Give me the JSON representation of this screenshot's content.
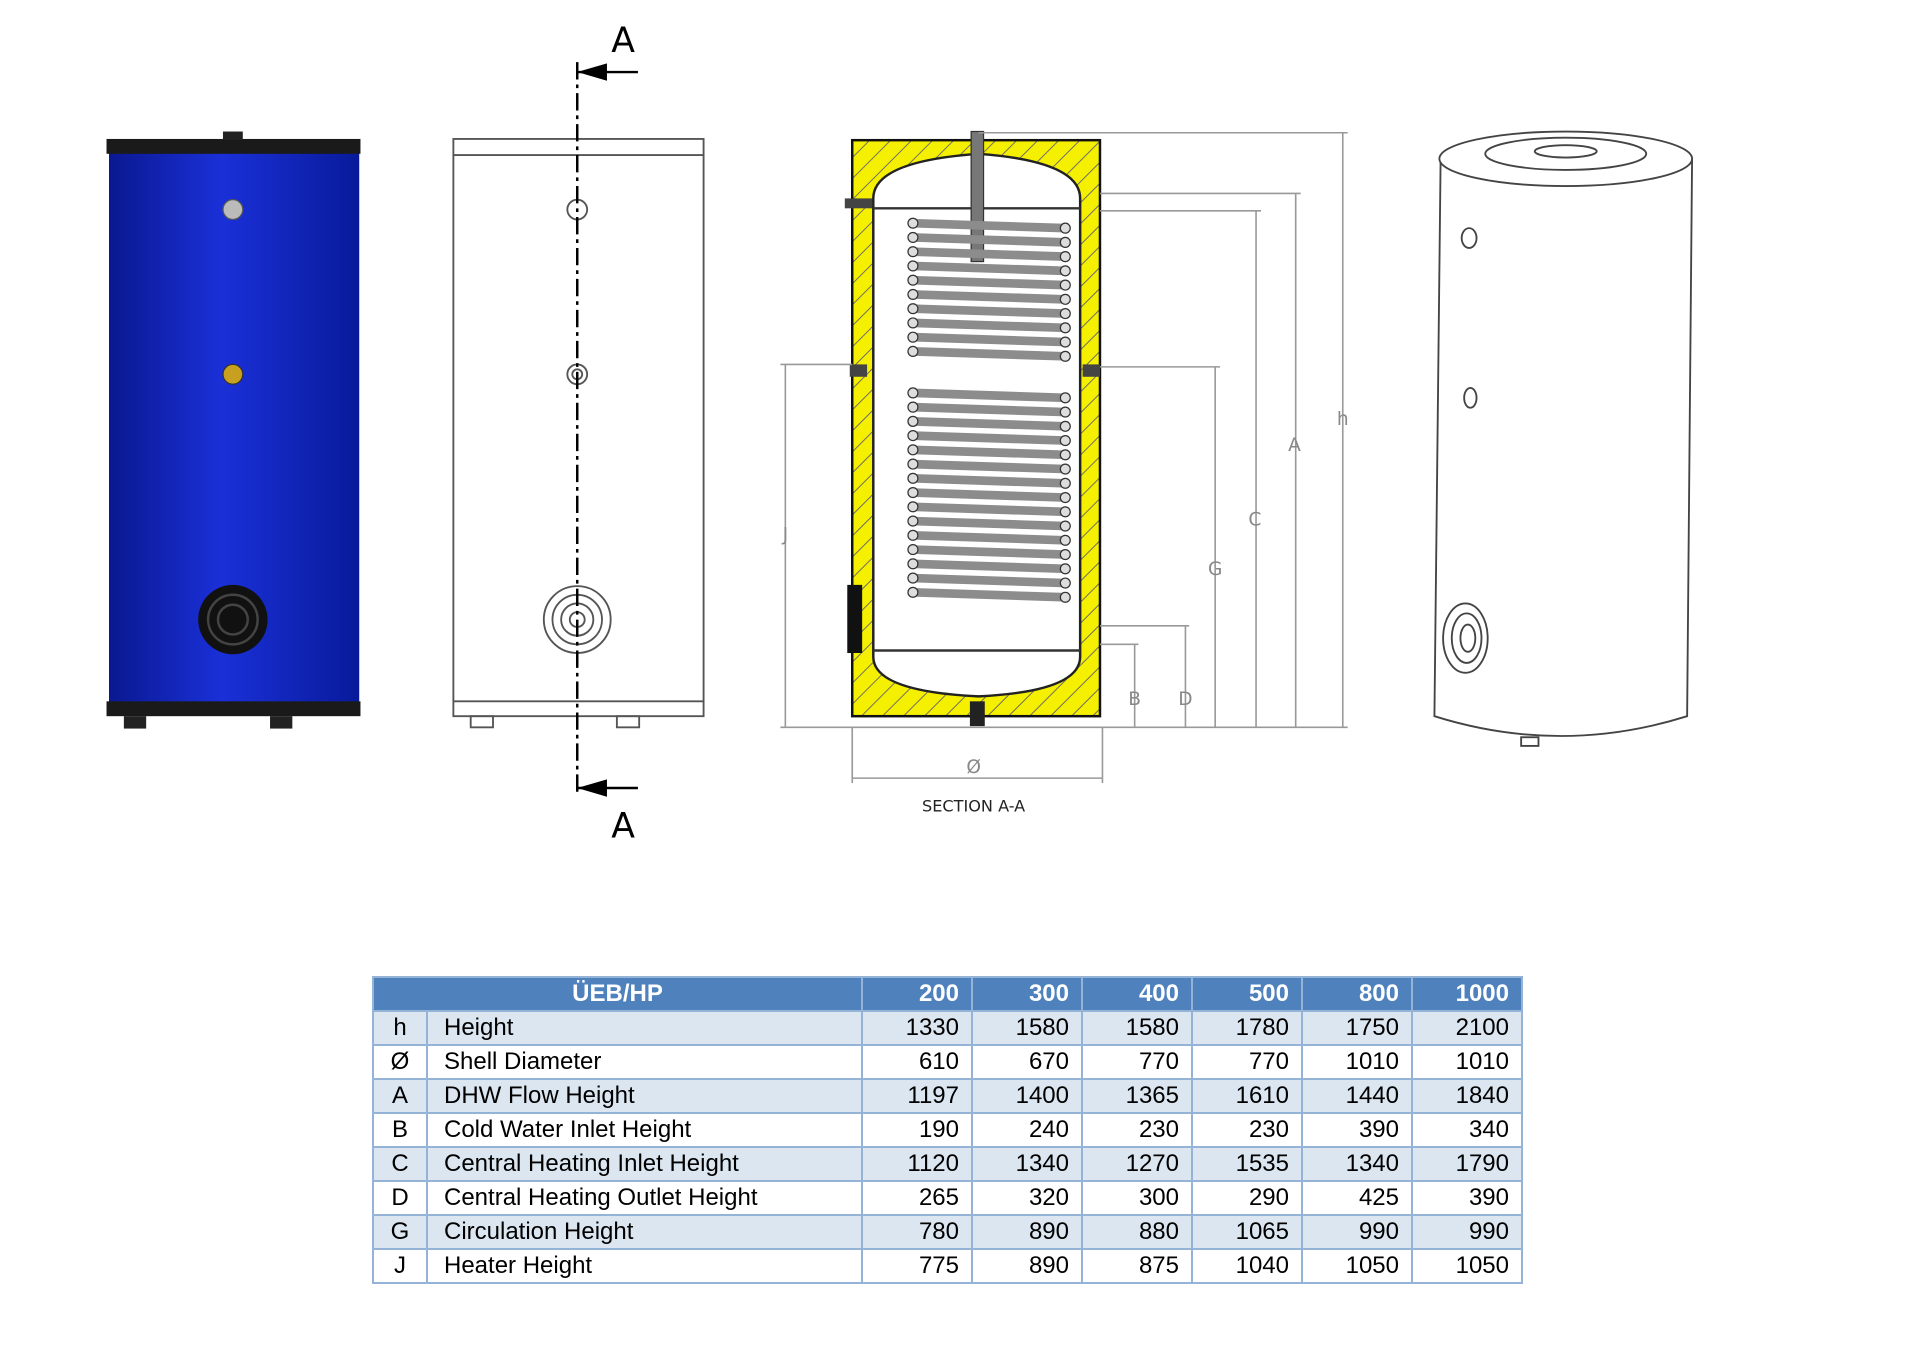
{
  "drawings": {
    "section_marker": "A",
    "section_title": "SECTION A-A",
    "dimension_labels": {
      "h": "h",
      "A": "A",
      "C": "C",
      "G": "G",
      "B": "B",
      "D": "D",
      "J": "J",
      "diameter": "Ø"
    },
    "colors": {
      "tank_blue": "#0a1fb0",
      "insulation_yellow": "#f5f000",
      "coil_gray": "#8c8c8c"
    }
  },
  "table": {
    "title": "ÜEB/HP",
    "models": [
      "200",
      "300",
      "400",
      "500",
      "800",
      "1000"
    ],
    "rows": [
      {
        "symbol": "h",
        "name": "Height",
        "values": [
          "1330",
          "1580",
          "1580",
          "1780",
          "1750",
          "2100"
        ]
      },
      {
        "symbol": "Ø",
        "name": "Shell Diameter",
        "values": [
          "610",
          "670",
          "770",
          "770",
          "1010",
          "1010"
        ]
      },
      {
        "symbol": "A",
        "name": "DHW Flow Height",
        "values": [
          "1197",
          "1400",
          "1365",
          "1610",
          "1440",
          "1840"
        ]
      },
      {
        "symbol": "B",
        "name": "Cold Water Inlet Height",
        "values": [
          "190",
          "240",
          "230",
          "230",
          "390",
          "340"
        ]
      },
      {
        "symbol": "C",
        "name": "Central Heating Inlet Height",
        "values": [
          "1120",
          "1340",
          "1270",
          "1535",
          "1340",
          "1790"
        ]
      },
      {
        "symbol": "D",
        "name": "Central Heating Outlet Height",
        "values": [
          "265",
          "320",
          "300",
          "290",
          "425",
          "390"
        ]
      },
      {
        "symbol": "G",
        "name": "Circulation Height",
        "values": [
          "780",
          "890",
          "880",
          "1065",
          "990",
          "990"
        ]
      },
      {
        "symbol": "J",
        "name": "Heater Height",
        "values": [
          "775",
          "890",
          "875",
          "1040",
          "1050",
          "1050"
        ]
      }
    ]
  }
}
